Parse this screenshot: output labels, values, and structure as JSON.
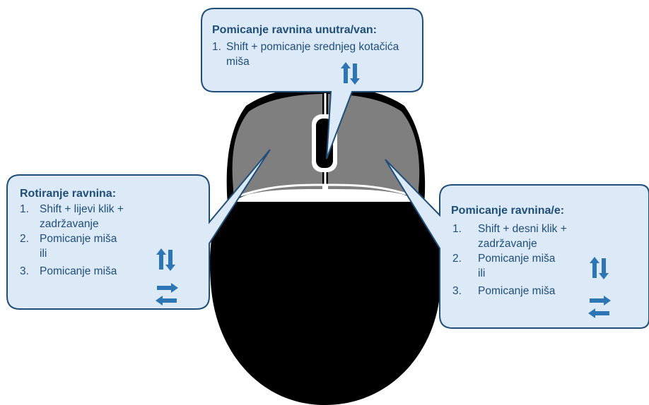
{
  "callouts": {
    "top": {
      "title": "Pomicanje ravnina unutra/van:",
      "items": [
        {
          "num": "1.",
          "text": "Shift + pomicanje srednjeg kotačića miša",
          "arrow": "updown-arrow-icon"
        }
      ]
    },
    "left": {
      "title": "Rotiranje ravnina:",
      "items": [
        {
          "num": "1.",
          "text": "Shift + lijevi klik + zadržavanje"
        },
        {
          "num": "2.",
          "text": "Pomicanje miša",
          "sub": "ili",
          "arrow": "updown-arrow-icon"
        },
        {
          "num": "3.",
          "text": "Pomicanje miša",
          "arrow": "leftright-arrow-icon"
        }
      ]
    },
    "right": {
      "title": "Pomicanje ravnina/e:",
      "items": [
        {
          "num": "1.",
          "text": "Shift + desni klik + zadržavanje"
        },
        {
          "num": "2.",
          "text": "Pomicanje miša",
          "sub": "ili",
          "arrow": "updown-arrow-icon"
        },
        {
          "num": "3.",
          "text": "Pomicanje miša",
          "arrow": "leftright-arrow-icon"
        }
      ]
    }
  },
  "colors": {
    "callout_fill": "#dce9f7",
    "callout_stroke": "#1f4e79",
    "text": "#1f4e79",
    "arrow": "#2e75b6",
    "mouse_body": "#000000",
    "mouse_buttons": "#7f7f7f"
  }
}
